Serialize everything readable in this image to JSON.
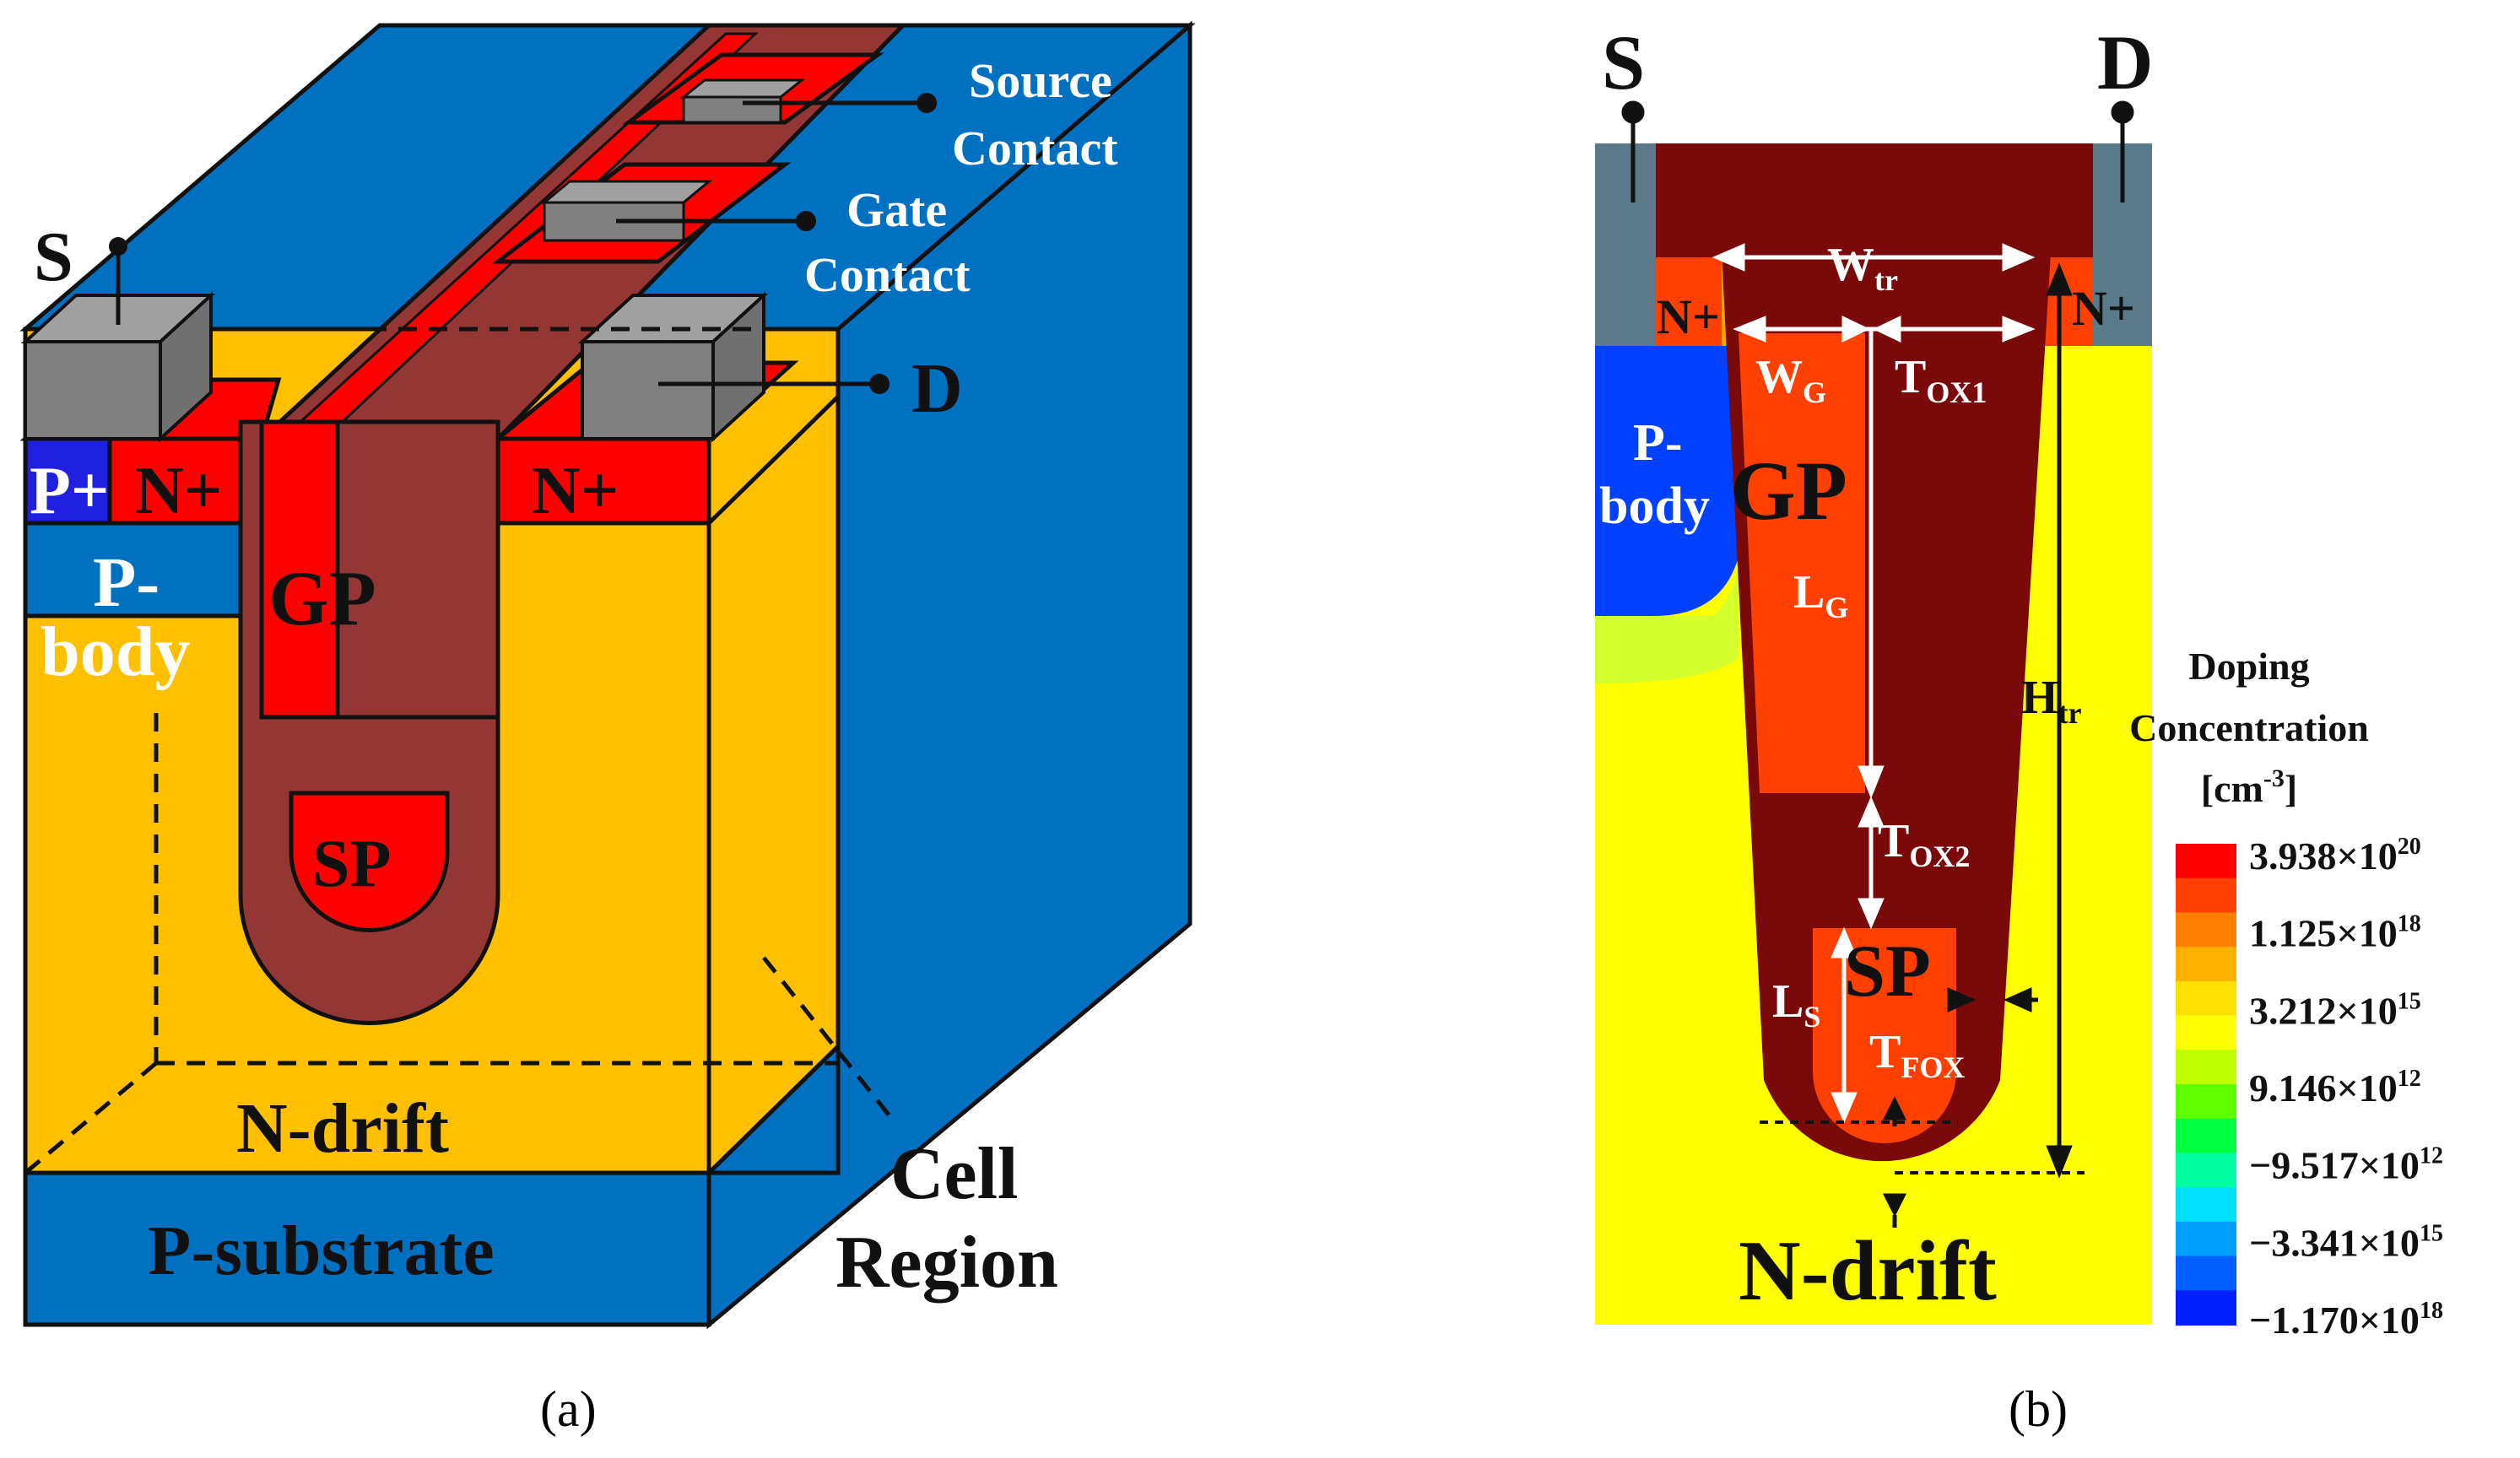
{
  "panel_a": {
    "labels": {
      "s": "S",
      "d": "D",
      "source_contact_1": "Source",
      "source_contact_2": "Contact",
      "gate_contact_1": "Gate",
      "gate_contact_2": "Contact",
      "p_plus": "P+",
      "n_plus_left": "N+",
      "n_plus_right": "N+",
      "p_body_1": "P-",
      "p_body_2": "body",
      "gp": "GP",
      "sp": "SP",
      "n_drift": "N-drift",
      "p_substrate": "P-substrate",
      "cell_1": "Cell",
      "cell_2": "Region"
    },
    "caption": "(a)",
    "colors": {
      "blue": "#0070C0",
      "yellow": "#FFC000",
      "red": "#FF0000",
      "brown": "#943634",
      "gray": "#808080",
      "dark_blue": "#2020E0"
    }
  },
  "panel_b": {
    "labels": {
      "s": "S",
      "d": "D",
      "n_plus_left": "N+",
      "n_plus_right": "N+",
      "p_body_1": "P-",
      "p_body_2": "body",
      "gp": "GP",
      "sp": "SP",
      "n_drift": "N-drift",
      "w_tr": "W",
      "w_tr_sub": "tr",
      "w_g": "W",
      "w_g_sub": "G",
      "t_ox1": "T",
      "t_ox1_sub": "OX1",
      "l_g": "L",
      "l_g_sub": "G",
      "h_tr": "H",
      "h_tr_sub": "tr",
      "t_ox2": "T",
      "t_ox2_sub": "OX2",
      "l_s": "L",
      "l_s_sub": "S",
      "t_fox": "T",
      "t_fox_sub": "FOX"
    },
    "caption": "(b)",
    "legend": {
      "title_1": "Doping",
      "title_2": "Concentration",
      "title_3": "[cm",
      "title_3_sup": "-3",
      "title_3_end": "]",
      "ticks": [
        {
          "base": "3.938×10",
          "exp": "20"
        },
        {
          "base": "1.125×10",
          "exp": "18"
        },
        {
          "base": "3.212×10",
          "exp": "15"
        },
        {
          "base": "9.146×10",
          "exp": "12"
        },
        {
          "base": "−9.517×10",
          "exp": "12"
        },
        {
          "base": "−3.341×10",
          "exp": "15"
        },
        {
          "base": "−1.170×10",
          "exp": "18"
        }
      ],
      "colors": [
        "#FF0000",
        "#FF4000",
        "#FF8000",
        "#FFB000",
        "#FFE000",
        "#FFFF00",
        "#C0FF00",
        "#60FF00",
        "#00FF40",
        "#00FFA0",
        "#00E0FF",
        "#00A0FF",
        "#0060FF",
        "#0020FF"
      ]
    }
  }
}
